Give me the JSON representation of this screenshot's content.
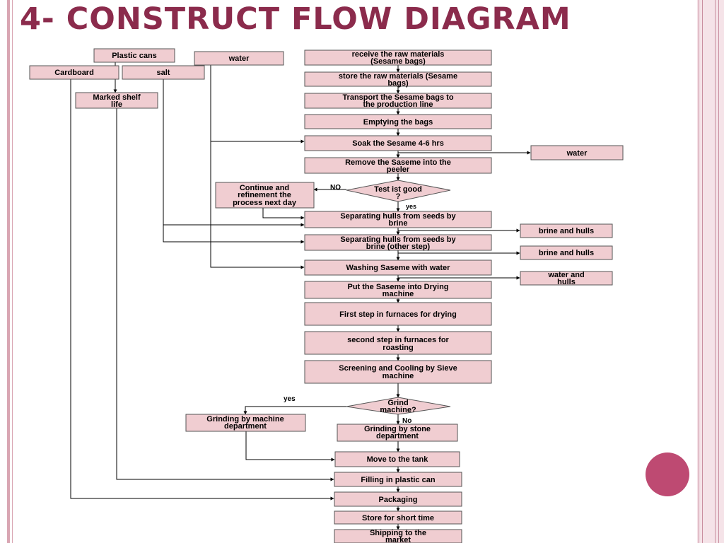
{
  "title": "4- CONSTRUCT FLOW DIAGRAM",
  "colors": {
    "title": "#8b2b4c",
    "box_fill": "#f0cdd1",
    "accent_circle": "#be4a72",
    "frame": "#d9a6b3"
  },
  "inputs": {
    "plastic_cans": "Plastic cans",
    "water": "water",
    "cardboard": "Cardboard",
    "salt": "salt",
    "marked_shelf_life": [
      "Marked shelf",
      "life"
    ]
  },
  "steps": {
    "receive": [
      "receive the raw materials",
      "(Sesame bags)"
    ],
    "store_raw": [
      "store the raw materials (Sesame",
      "bags)"
    ],
    "transport": [
      "Transport the Sesame bags to",
      "the production line"
    ],
    "emptying": [
      "Emptying the bags"
    ],
    "soak": [
      "Soak the Sesame 4-6 hrs"
    ],
    "remove": [
      "Remove the Saseme into the",
      "peeler"
    ],
    "separating1": [
      "Separating hulls from seeds by",
      "brine"
    ],
    "separating2": [
      "Separating hulls from seeds by",
      "brine  (other step)"
    ],
    "washing": [
      "Washing Saseme with water"
    ],
    "drying": [
      "Put the Saseme into Drying",
      "machine"
    ],
    "furnace1": [
      "First step in furnaces for drying"
    ],
    "furnace2": [
      "second step in furnaces for",
      "roasting"
    ],
    "screening": [
      "Screening and Cooling by Sieve",
      "machine"
    ],
    "grinding_stone": [
      "Grinding by stone",
      "department"
    ],
    "grinding_machine": [
      "Grinding by machine",
      "department"
    ],
    "tank": [
      "Move to the tank"
    ],
    "filling": [
      "Filling in plastic can"
    ],
    "packaging": [
      "Packaging"
    ],
    "store_short": [
      "Store for short time"
    ],
    "shipping": [
      "Shipping to the",
      "market"
    ]
  },
  "decisions": {
    "test": [
      "Test  ist good",
      "?"
    ],
    "grind": [
      "Grind",
      "machine?"
    ]
  },
  "outputs": {
    "water_out": [
      "water"
    ],
    "brine_hulls1": [
      "brine and hulls"
    ],
    "brine_hulls2": [
      "brine and hulls"
    ],
    "water_hulls": [
      "water  and",
      "hulls"
    ]
  },
  "continue_box": [
    "Continue and",
    "refinement the",
    "process next day"
  ],
  "edge_labels": {
    "no1": "NO",
    "yes1": "yes",
    "yes2": "yes",
    "no2": "No"
  }
}
